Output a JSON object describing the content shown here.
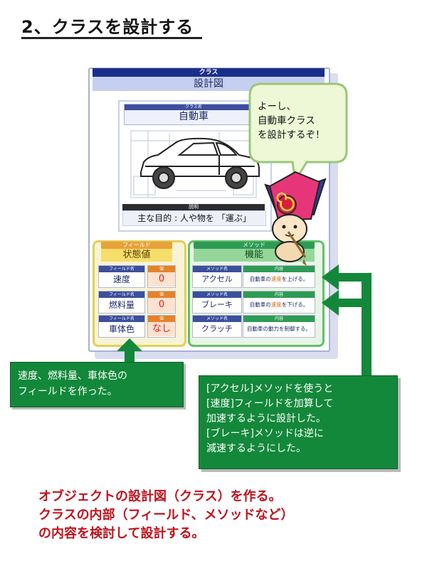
{
  "page": {
    "title": "2、クラスを設計する"
  },
  "blueprint": {
    "header": "クラス",
    "subheader": "設計図",
    "class_name_label": "クラス名",
    "class_name": "自動車",
    "description_label": "説明",
    "description": "主な目的 : 人や物を 「運ぶ」"
  },
  "fields": {
    "header": "フィールド",
    "title": "状態値",
    "name_label": "フィールド名",
    "value_label": "値",
    "rows": [
      {
        "name": "速度",
        "value": "0"
      },
      {
        "name": "燃料量",
        "value": "0"
      },
      {
        "name": "車体色",
        "value": "なし"
      }
    ]
  },
  "methods": {
    "header": "メソッド",
    "title": "機能",
    "name_label": "メソッド名",
    "content_label": "内容",
    "rows": [
      {
        "name": "アクセル",
        "pre": "自動車の",
        "hl": "速度",
        "post": "を上げる。"
      },
      {
        "name": "ブレーキ",
        "pre": "自動車の",
        "hl": "速度",
        "post": "を下げる。"
      },
      {
        "name": "クラッチ",
        "pre": "自動車の動力を制御する。",
        "hl": "",
        "post": ""
      }
    ]
  },
  "speech": {
    "lines": [
      "よーし、",
      "自動車クラス",
      "を設計するぞ！"
    ]
  },
  "notes": {
    "left": [
      "速度、燃料量、車体色の",
      "フィールドを作った。"
    ],
    "right": [
      "[アクセル]メソッドを使うと",
      "[速度]フィールドを加算して",
      "加速するように設計した。",
      "[ブレーキ]メソッドは逆に",
      "減速するようにした。"
    ]
  },
  "footer": {
    "lines": [
      "オブジェクトの設計図（クラス）を作る。",
      "クラスの内部（フィールド、メソッドなど）",
      "の内容を検討して設計する。"
    ]
  },
  "colors": {
    "accent_green": "#13883a",
    "footer_red": "#c0121c",
    "header_navy": "#1a2f8a"
  }
}
